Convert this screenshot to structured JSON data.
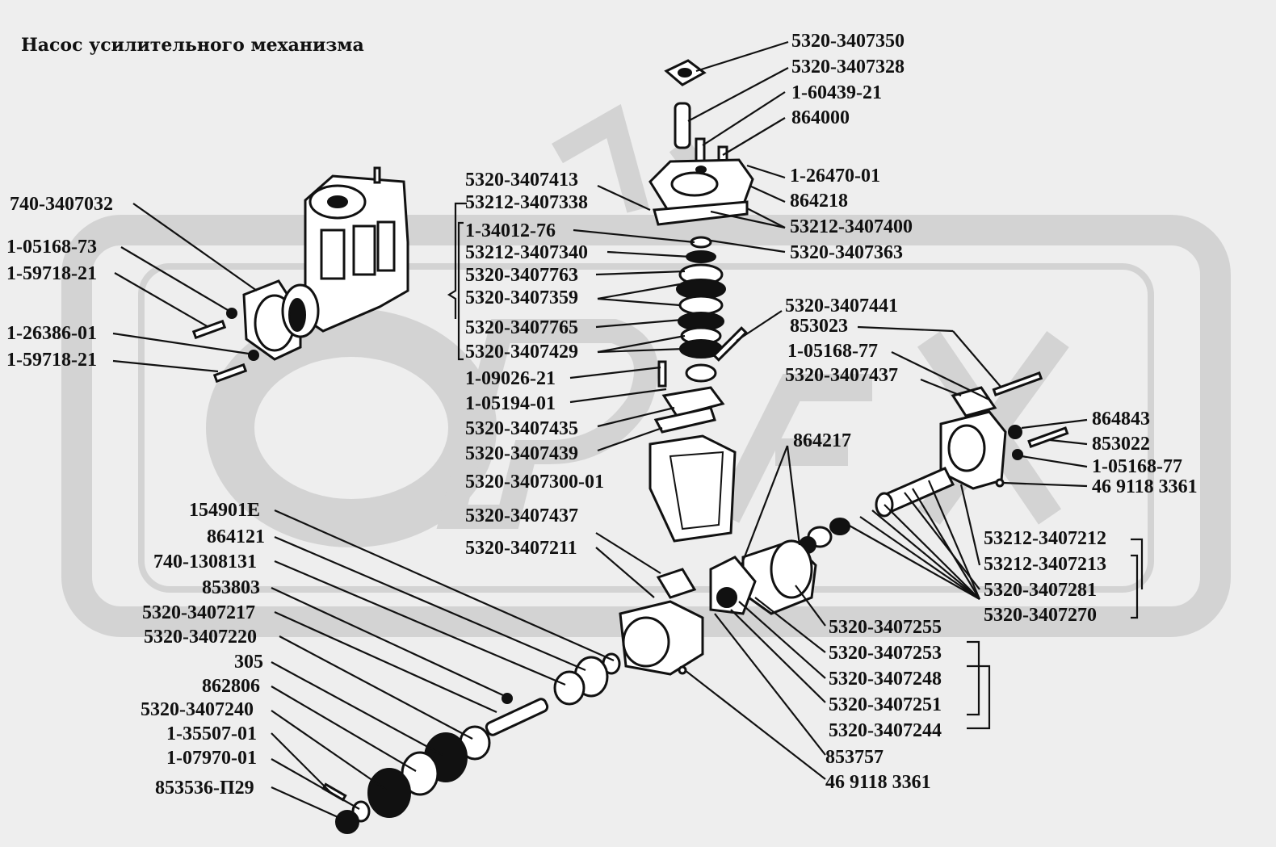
{
  "title": "Насос усилительного механизма",
  "labels": {
    "l01": "5320-3407350",
    "l02": "5320-3407328",
    "l03": "1-60439-21",
    "l04": "864000",
    "l05": "1-26470-01",
    "l06": "864218",
    "l07": "53212-3407400",
    "l08": "5320-3407363",
    "l09": "5320-3407441",
    "l10": "853023",
    "l11": "1-05168-77",
    "l12": "5320-3407437",
    "l13": "864843",
    "l14": "853022",
    "l15": "1-05168-77",
    "l16": "46 9118 3361",
    "l17": "53212-3407212",
    "l18": "53212-3407213",
    "l19": "5320-3407281",
    "l20": "5320-3407270",
    "l21": "5320-3407255",
    "l22": "5320-3407253",
    "l23": "5320-3407248",
    "l24": "5320-3407251",
    "l25": "5320-3407244",
    "l26": "853757",
    "l27": "46 9118 3361",
    "l28": "864217",
    "l29": "5320-3407413",
    "l30": "53212-3407338",
    "l31": "1-34012-76",
    "l32": "53212-3407340",
    "l33": "5320-3407763",
    "l34": "5320-3407359",
    "l35": "5320-3407765",
    "l36": "5320-3407429",
    "l37": "1-09026-21",
    "l38": "1-05194-01",
    "l39": "5320-3407435",
    "l40": "5320-3407439",
    "l41": "5320-3407300-01",
    "l42": "5320-3407437",
    "l43": "5320-3407211",
    "l44": "740-3407032",
    "l45": "1-05168-73",
    "l46": "1-59718-21",
    "l47": "1-26386-01",
    "l48": "1-59718-21",
    "l49": "154901E",
    "l50": "864121",
    "l51": "740-1308131",
    "l52": "853803",
    "l53": "5320-3407217",
    "l54": "5320-3407220",
    "l55": "305",
    "l56": "862806",
    "l57": "5320-3407240",
    "l58": "1-35507-01",
    "l59": "1-07970-01",
    "l60": "853536-П29"
  }
}
